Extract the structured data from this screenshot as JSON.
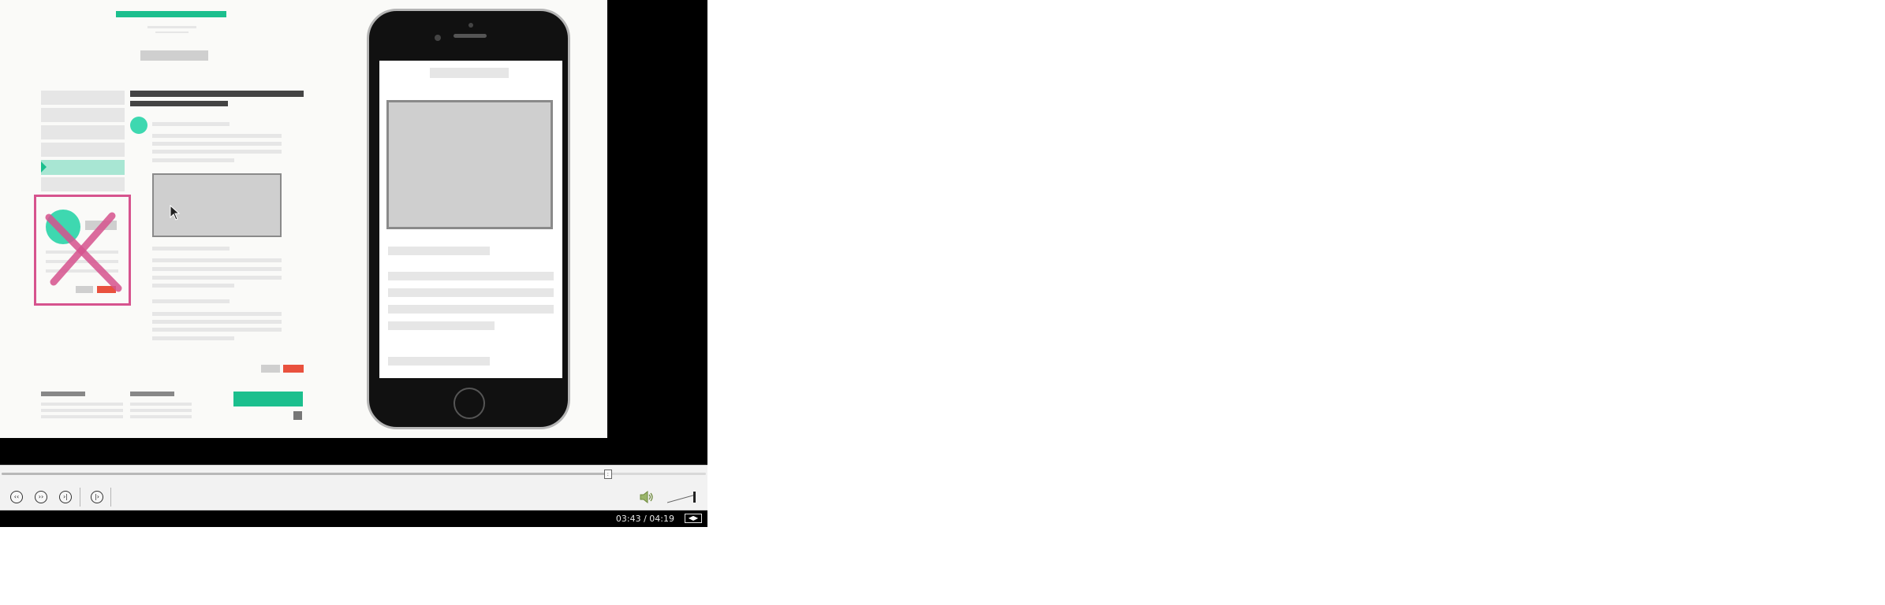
{
  "player": {
    "time_display": "03:43 / 04:19",
    "seek_progress": 0.861,
    "volume_level": 1.0,
    "controls": {
      "rewind_icon": "rewind-icon",
      "forward_icon": "fast-forward-icon",
      "skip_icon": "skip-forward-icon",
      "extra_icon": "frame-step-icon",
      "volume_icon": "speaker-icon",
      "mode_icon": "view-mode-icon"
    }
  },
  "colors": {
    "accent_teal": "#1bbf8e",
    "accent_red": "#e9513e",
    "highlight_pink": "#d6538e",
    "light_teal": "#a8e6d3"
  }
}
